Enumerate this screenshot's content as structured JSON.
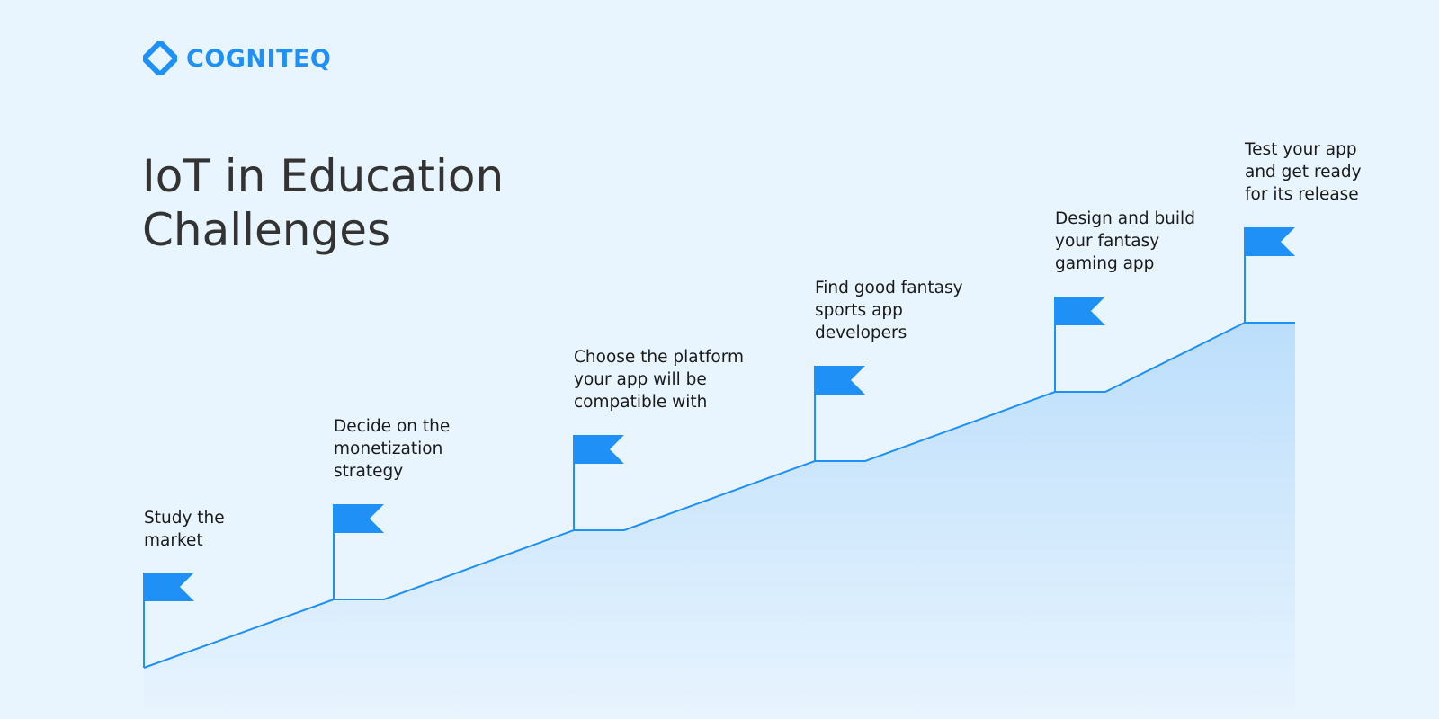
{
  "brand": {
    "name": "COGNITEQ",
    "logo_icon": "diamond-logo-icon",
    "color": "#1e90f6"
  },
  "title_lines": [
    "IoT in Education",
    "Challenges"
  ],
  "colors": {
    "background": "#e8f4fe",
    "line": "#1e90f6",
    "flag": "#1e90f6",
    "fill_top": "#bcdefb",
    "fill_bottom": "#e8f4fe",
    "text": "#333333"
  },
  "steps": [
    {
      "label_lines": [
        "Study the",
        "market"
      ],
      "flag_icon": "flag-icon"
    },
    {
      "label_lines": [
        "Decide on the",
        "monetization",
        "strategy"
      ],
      "flag_icon": "flag-icon"
    },
    {
      "label_lines": [
        "Choose the platform",
        "your app will be",
        "compatible with"
      ],
      "flag_icon": "flag-icon"
    },
    {
      "label_lines": [
        "Find good fantasy",
        "sports app",
        "developers"
      ],
      "flag_icon": "flag-icon"
    },
    {
      "label_lines": [
        "Design and build",
        "your fantasy",
        "gaming app"
      ],
      "flag_icon": "flag-icon"
    },
    {
      "label_lines": [
        "Test your app",
        "and get ready",
        "for its release"
      ],
      "flag_icon": "flag-icon"
    }
  ]
}
